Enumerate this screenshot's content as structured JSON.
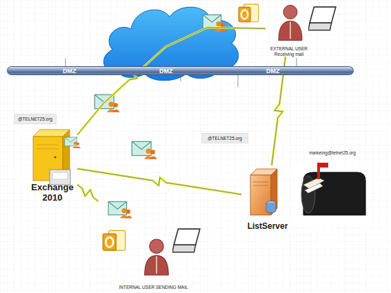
{
  "diagram": {
    "nodes": [
      {
        "text": [
          "EXTERNAL USER Receiving mail"
        ]
      },
      {
        "text": [
          "DMZ",
          "DMZ",
          "DMZ"
        ]
      },
      {
        "text": [
          "@TELNET25.org"
        ]
      },
      {
        "text": [
          "@TELNET25.org"
        ]
      },
      {
        "text": [
          "markeing@telnet25.org"
        ]
      },
      {
        "text": [
          "Exchange 2010"
        ]
      },
      {
        "text": [
          "ListServer"
        ]
      },
      {
        "text": [
          "INTERNAL USER SENDING MAIL"
        ]
      }
    ],
    "edges": [
      {
        "from": 5,
        "to": 0,
        "arrow": "none"
      },
      {
        "from": 5,
        "to": 6,
        "arrow": "none"
      },
      {
        "from": 0,
        "to": 6,
        "arrow": "none"
      },
      {
        "from": 5,
        "to": 7,
        "arrow": "none"
      }
    ]
  }
}
